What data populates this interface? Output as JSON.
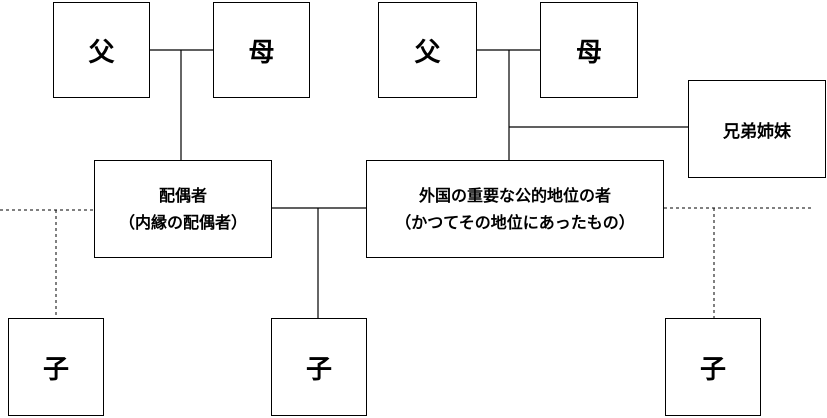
{
  "left_family": {
    "father": "父",
    "mother": "母",
    "spouse_line1": "配偶者",
    "spouse_line2": "（内縁の配偶者）",
    "children": [
      "子",
      "子"
    ]
  },
  "right_family": {
    "father": "父",
    "mother": "母",
    "siblings": "兄弟姉妹",
    "pep_line1": "外国の重要な公的地位の者",
    "pep_line2": "（かつてその地位にあったもの）",
    "child": "子"
  }
}
